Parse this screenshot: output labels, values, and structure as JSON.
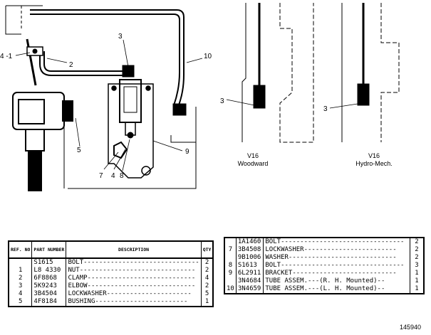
{
  "callouts": {
    "c4_1": "4 -1",
    "c2": "2",
    "c3_top": "3",
    "c10": "10",
    "c5": "5",
    "c9": "9",
    "c7": "7",
    "c4": "4",
    "c8": "8",
    "c3_v16w": "3",
    "c3_v16h": "3"
  },
  "captions": {
    "v16_woodward_model": "V16",
    "v16_woodward_name": "Woodward",
    "v16_hydro_model": "V16",
    "v16_hydro_name": "Hydro-Mech."
  },
  "table1": {
    "headers": {
      "ref": "REF. NO",
      "part": "PART NUMBER",
      "desc": "DESCRIPTION",
      "qty": "QTY"
    },
    "rows": [
      {
        "ref": "",
        "num": "S1615",
        "desc": "BOLT",
        "qty": "2"
      },
      {
        "ref": "1",
        "num": "L8 4330",
        "desc": "NUT",
        "qty": "2"
      },
      {
        "ref": "2",
        "num": "6F8868",
        "desc": "CLAMP",
        "qty": "4"
      },
      {
        "ref": "3",
        "num": "5K9243",
        "desc": "ELBOW",
        "qty": "2"
      },
      {
        "ref": "4",
        "num": "3B4504",
        "desc": "LOCKWASHER",
        "qty": "5"
      },
      {
        "ref": "5",
        "num": "4F8184",
        "desc": "BUSHING",
        "qty": "1"
      }
    ]
  },
  "table2": {
    "rows": [
      {
        "ref": "",
        "num": "1A1460",
        "desc": "BOLT",
        "note": "",
        "qty": "2"
      },
      {
        "ref": "7",
        "num": "3B4508",
        "desc": "LOCKWASHER",
        "note": "",
        "qty": "2"
      },
      {
        "ref": "",
        "num": "9B1006",
        "desc": "WASHER",
        "note": "",
        "qty": "2"
      },
      {
        "ref": "8",
        "num": "S1613",
        "desc": "BOLT",
        "note": "",
        "qty": "3"
      },
      {
        "ref": "9",
        "num": "6L2911",
        "desc": "BRACKET",
        "note": "",
        "qty": "1"
      },
      {
        "ref": "",
        "num": "3N4684",
        "desc": "TUBE ASSEM.",
        "note": "(R. H. Mounted)",
        "qty": "1"
      },
      {
        "ref": "10",
        "num": "3N4659",
        "desc": "TUBE ASSEM.",
        "note": "(L. H. Mounted)",
        "qty": "1"
      }
    ]
  },
  "figure_number": "145940"
}
